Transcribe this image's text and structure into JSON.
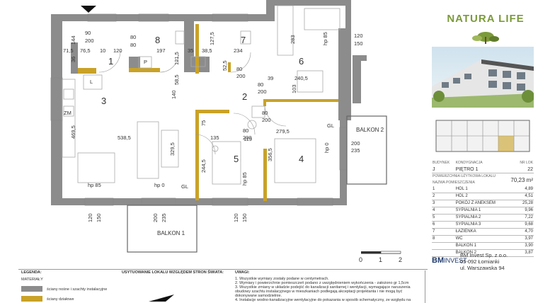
{
  "rooms": [
    {
      "num": "1"
    },
    {
      "num": "2"
    },
    {
      "num": "3"
    },
    {
      "num": "4"
    },
    {
      "num": "5"
    },
    {
      "num": "6"
    },
    {
      "num": "7"
    },
    {
      "num": "8"
    }
  ],
  "dims": {
    "d144": "144",
    "d90": "90",
    "d200": "200",
    "d80a": "80",
    "d80b": "80",
    "d71": "71,5",
    "d76": "76,5",
    "d10": "10",
    "d120": "120",
    "d197": "197",
    "d35": "35",
    "d385": "38,5",
    "d1275a": "127,5",
    "d234": "234",
    "d1215": "121,5",
    "d585": "58,5",
    "d525": "52,5",
    "d80c": "80",
    "d200b": "200",
    "d283": "283",
    "d120b": "120",
    "d150": "150",
    "d2405": "240,5",
    "d39": "39",
    "d103": "103",
    "d80d": "80",
    "d200c": "200",
    "d140": "140",
    "d36": "36",
    "d4695": "469,5",
    "d5385": "538,5",
    "d3295": "329,5",
    "d75": "75",
    "d135": "135",
    "d80e": "80",
    "d200d": "200",
    "d119": "119",
    "d80f": "80",
    "d200e": "200",
    "d2795": "279,5",
    "d3565": "356,5",
    "d2445": "244,5",
    "d200f": "200",
    "d235": "235",
    "d120c": "120",
    "d150c": "150",
    "d200g": "200",
    "d235c": "235",
    "d120d": "120",
    "d150d": "150"
  },
  "labels": {
    "hp85a": "hp 85",
    "hp0a": "hp 0",
    "gl1": "GL",
    "hp85b": "hp 85",
    "hp85c": "hp 85",
    "hp0b": "hp 0",
    "gl2": "GL",
    "zm": "ZM",
    "l": "L",
    "p": "P",
    "balkon1": "BALKON 1",
    "balkon2": "BALKON 2"
  },
  "scale": {
    "s0": "0",
    "s1": "1",
    "s2": "2"
  },
  "logo": {
    "text": "NATURA LIFE"
  },
  "info": {
    "h_budynek": "BUDYNEK",
    "h_kondygnacja": "KONDYGNACJA",
    "h_nrlok": "NR LOK",
    "v_budynek": "J",
    "v_kondygnacja": "PIĘTRO 1",
    "v_nrlok": "22",
    "h_pow": "POWIERZCHNIA UŻYTKOWA LOKALU",
    "v_pow": "70,23 m²",
    "h_nazwa": "NAZWA POMIESZCZENIA",
    "rows": [
      {
        "n": "1",
        "name": "HOL 1",
        "area": "4,89"
      },
      {
        "n": "2",
        "name": "HOL 2",
        "area": "4,51"
      },
      {
        "n": "3",
        "name": "POKÓJ Z ANEKSEM",
        "area": "25,28"
      },
      {
        "n": "4",
        "name": "SYPIALNIA 1",
        "area": "9,96"
      },
      {
        "n": "5",
        "name": "SYPIALNIA 2",
        "area": "7,22"
      },
      {
        "n": "6",
        "name": "SYPIALNIA 3",
        "area": "9,68"
      },
      {
        "n": "7",
        "name": "ŁAZIENKA",
        "area": "4,70"
      },
      {
        "n": "8",
        "name": "WC",
        "area": "3,97"
      },
      {
        "n": "",
        "name": "BALKON 1",
        "area": "3,90"
      },
      {
        "n": "",
        "name": "BALKON 2",
        "area": "3,87"
      }
    ]
  },
  "company": {
    "bm": "BM",
    "invest": "INVEST",
    "line1": "BM Invest Sp. z o.o.",
    "line2": "05-092 Łomianki",
    "line3": "ul. Warszawska 94"
  },
  "legend": {
    "title": "LEGENDA:",
    "materials": "MATERIAŁY",
    "walls1": "ściany nośne i szachty instalacyjne",
    "walls2": "ściany działowe",
    "orient": "USYTUOWANIE LOKALU WZGLĘDEM STRON ŚWIATA:",
    "uwagi": "UWAGI:",
    "n1": "1. Wszystkie wymiary zostały podane w centymetrach.",
    "n2": "2. Wymiary i powierzchnie pomieszczeń podano z uwzględnieniem wykończenia - założono gr 1,5cm",
    "n3": "3. Wszystkie zmiany w układzie podejść do kanalizacji sanitarnej i wentylacji, wymagające naruszenia",
    "n3b": "obudowy szachtu instalacyjnego w mieszkaniach podlegają akceptacji projektanta i nie mogą być",
    "n3c": "dokonywane samodzielnie.",
    "n4": "4. Instalacje wodno-kanalizacyjne wentylacyjne do pokazania w sposób schematyczny, ze względu na"
  },
  "colors": {
    "wall": "#8c8c8c",
    "partition": "#c9a227",
    "brand": "#1f3a6d",
    "green": "#7b9a3a"
  }
}
